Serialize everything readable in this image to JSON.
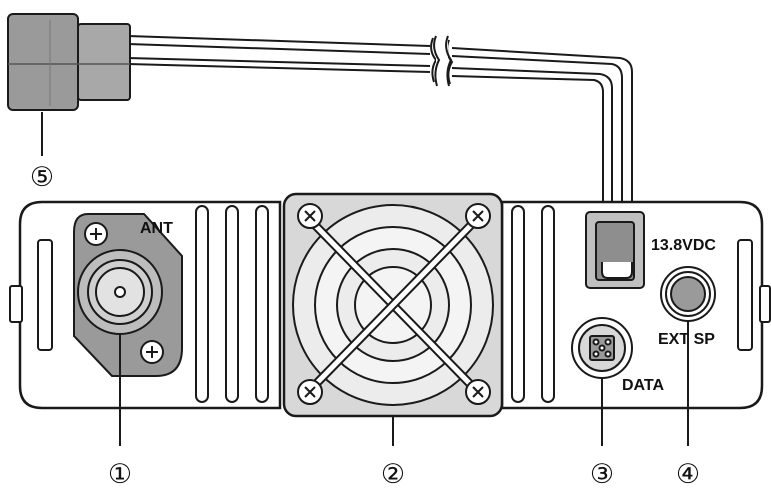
{
  "labels": {
    "ant": "ANT",
    "dc": "13.8VDC",
    "ext_sp": "EXT SP",
    "data": "DATA"
  },
  "callouts": [
    "①",
    "②",
    "③",
    "④",
    "⑤"
  ],
  "colors": {
    "stroke": "#1a1a1a",
    "fill_light": "#ececec",
    "fill_mid": "#c9c9c9",
    "fill_dark": "#8e8e8e",
    "fill_knob": "#9a9a9a"
  }
}
